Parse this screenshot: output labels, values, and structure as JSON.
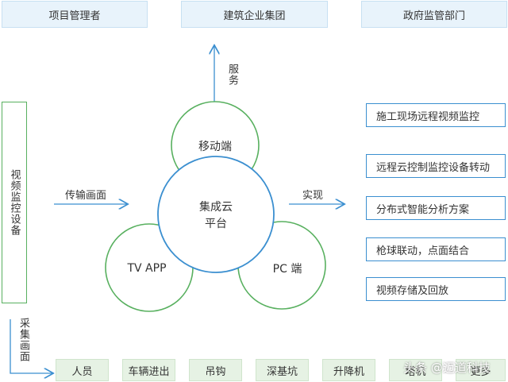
{
  "top_boxes": [
    "项目管理者",
    "建筑企业集团",
    "政府监管部门"
  ],
  "side_box": {
    "label": "视频监控设备"
  },
  "labels": {
    "service": "服务",
    "transmit": "传输画面",
    "realize": "实现",
    "collect": "采集画面"
  },
  "circles": {
    "mobile": "移动端",
    "center_line1": "集成云",
    "center_line2": "平台",
    "tv": "TV APP",
    "pc": "PC 端"
  },
  "right_boxes": [
    "施工现场远程视频监控",
    "远程云控制监控设备转动",
    "分布式智能分析方案",
    "枪球联动，点面结合",
    "视频存储及回放"
  ],
  "bottom_boxes": [
    "人员",
    "车辆进出",
    "吊钩",
    "深基坑",
    "升降机",
    "塔机",
    "更多"
  ],
  "watermark": "头条 @迈道科技",
  "colors": {
    "green": "#58b05f",
    "blue": "#3b8fd0",
    "top_fill": "#e8f3fb",
    "bottom_fill": "#e6f2e4"
  }
}
